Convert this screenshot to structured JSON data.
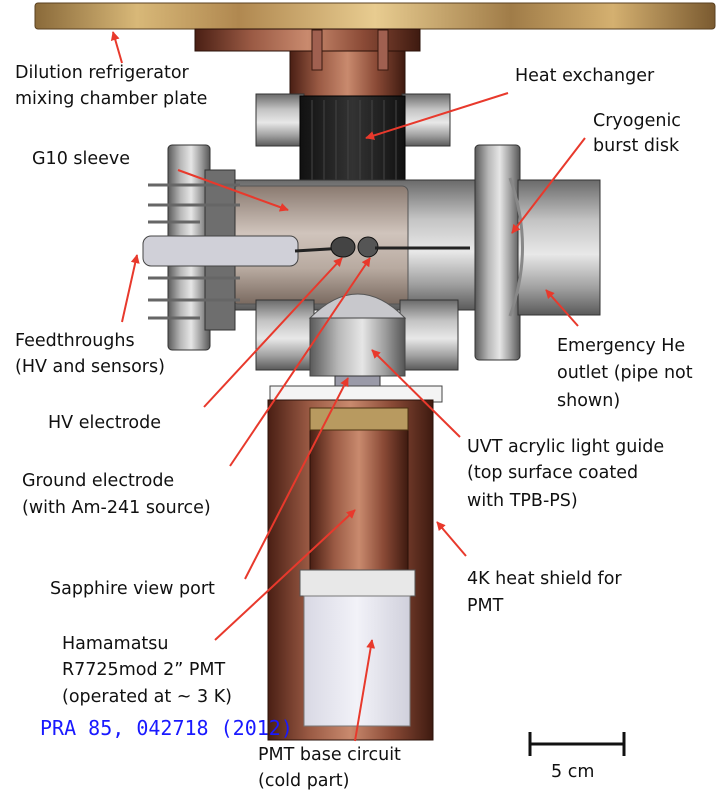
{
  "labels": {
    "mixing_plate_1": "Dilution refrigerator",
    "mixing_plate_2": "mixing chamber plate",
    "heat_exchanger": "Heat exchanger",
    "burst_disk_1": "Cryogenic",
    "burst_disk_2": "burst disk",
    "g10_sleeve": "G10 sleeve",
    "feedthroughs_1": "Feedthroughs",
    "feedthroughs_2": "(HV and sensors)",
    "emergency_1": "Emergency He",
    "emergency_2": "outlet (pipe not",
    "emergency_3": "shown)",
    "hv_electrode": "HV electrode",
    "light_guide_1": "UVT acrylic light guide",
    "light_guide_2": "(top surface coated",
    "light_guide_3": "with TPB-PS)",
    "ground_1": "Ground electrode",
    "ground_2": "(with Am-241 source)",
    "heat_shield_1": "4K heat shield for",
    "heat_shield_2": "PMT",
    "sapphire": "Sapphire view port",
    "pmt_1": "Hamamatsu",
    "pmt_2": "R7725mod 2” PMT",
    "pmt_3": "(operated at ~ 3 K)",
    "base_1": "PMT base circuit",
    "base_2": "(cold part)",
    "scale": "5 cm"
  },
  "reference": "PRA 85, 042718 (2012)",
  "colors": {
    "arrow": "#e8392c",
    "reference": "#1919ff",
    "copper": "#8a4a36",
    "steel": "#7a7a7a"
  }
}
